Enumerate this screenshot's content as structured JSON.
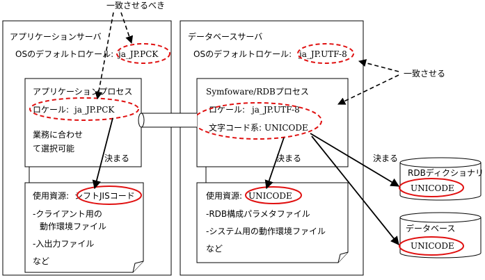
{
  "annotations": {
    "should_match": "一致させるべき",
    "make_match": "一致させる",
    "determined_left": "決まる",
    "determined_mid": "決まる",
    "determined_right": "決まる"
  },
  "app_server": {
    "title": "アプリケーションサーバ",
    "os_locale_label": "OSのデフォルトロケール:",
    "os_locale_value": "ja_JP.PCK",
    "process": {
      "title": "アプリケーションプロセス",
      "locale_label": "ロケール:",
      "locale_value": "ja_JP.PCK",
      "note_line1": "業務に合わせ",
      "note_line2": "て選択可能"
    },
    "resources": {
      "label": "使用資源:",
      "value": "シフトJISコード",
      "item1_line1": "-クライアント用の",
      "item1_line2": "動作環境ファイル",
      "item2": "-入出力ファイル",
      "item3": "など"
    }
  },
  "db_server": {
    "title": "データベースサーバ",
    "os_locale_label": "OSのデフォルトロケール:",
    "os_locale_value": "ja_JP.UTF-8",
    "process": {
      "title": "Symfoware/RDBプロセス",
      "locale_label": "ロケール:",
      "locale_value": "ja_JP.UTF-8",
      "charset_label": "文字コード系:",
      "charset_value": "UNICODE"
    },
    "resources": {
      "label": "使用資源:",
      "value": "UNICODE",
      "item1": "-RDB構成パラメタファイル",
      "item2": "-システム用の動作環境ファイル",
      "item3": "など"
    }
  },
  "storage": {
    "dictionary": {
      "title": "RDBディクショナリ",
      "value": "UNICODE"
    },
    "database": {
      "title": "データベース",
      "value": "UNICODE"
    }
  },
  "colors": {
    "highlight": "#e01010",
    "line": "#000000"
  }
}
